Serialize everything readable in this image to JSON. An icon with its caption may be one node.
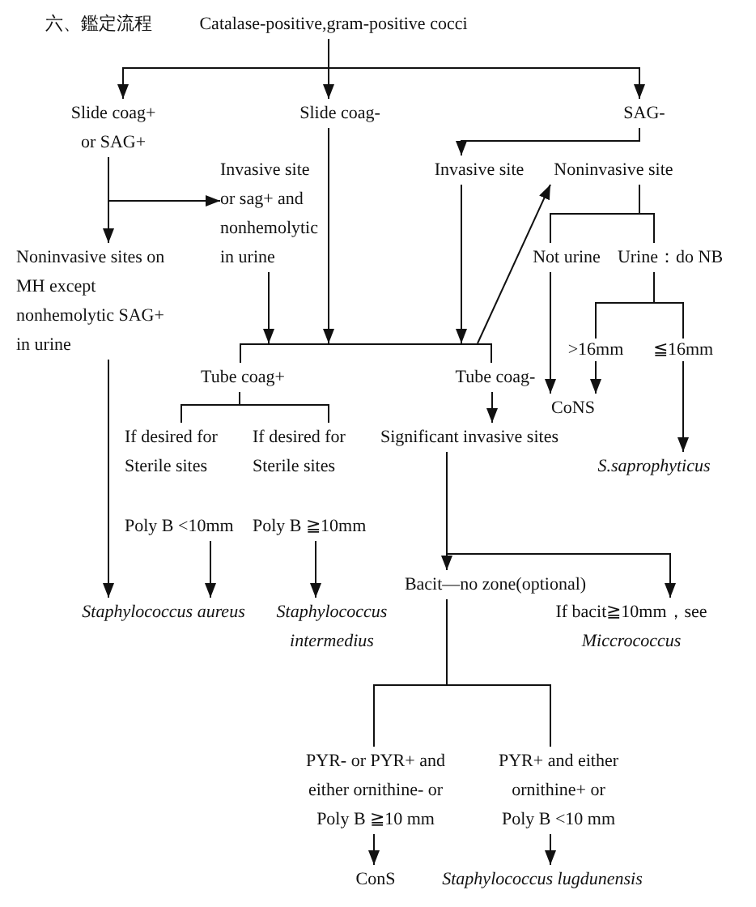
{
  "diagram": {
    "title": "六、鑑定流程",
    "nodes": [
      {
        "text": [
          "Catalase-positive,gram-positive cocci"
        ]
      },
      {
        "text": [
          "Slide coag+ or SAG+"
        ]
      },
      {
        "text": [
          "Slide coag-"
        ]
      },
      {
        "text": [
          "SAG-"
        ]
      },
      {
        "text": [
          "Invasive site or sag+ and nonhemolytic in urine"
        ]
      },
      {
        "text": [
          "Invasive site"
        ]
      },
      {
        "text": [
          "Noninvasive site"
        ]
      },
      {
        "text": [
          "Noninvasive sites on MH except nonhemolytic SAG+ in urine"
        ]
      },
      {
        "text": [
          "Not urine"
        ]
      },
      {
        "text": [
          "Urine：do NB"
        ]
      },
      {
        "text": [],
        "shape": "bar"
      },
      {
        "text": [
          "Tube coag+"
        ]
      },
      {
        "text": [
          "Tube coag-"
        ]
      },
      {
        "text": [
          "CoNS"
        ]
      },
      {
        "text": [
          "If desired for Sterile sites",
          "Poly B <10mm"
        ]
      },
      {
        "text": [
          "If desired for Sterile sites",
          "Poly B ≧10mm"
        ]
      },
      {
        "text": [
          "Significant invasive sites"
        ]
      },
      {
        "text": [
          "S.saprophyticus"
        ]
      },
      {
        "text": [
          "Bacit—no zone(optional)"
        ]
      },
      {
        "text": [
          "Staphylococcus aureus"
        ]
      },
      {
        "text": [
          "Staphylococcus intermedius"
        ]
      },
      {
        "text": [
          "If bacit≧10mm，see *Miccrococcus*"
        ]
      },
      {
        "text": [
          "PYR- or PYR+ and either ornithine- or Poly B ≧10 mm"
        ]
      },
      {
        "text": [
          "PYR+ and either ornithine+ or Poly B <10 mm"
        ]
      },
      {
        "text": [
          "ConS"
        ]
      },
      {
        "text": [
          "Staphylococcus lugdunensis"
        ]
      }
    ],
    "edges": [
      {
        "from": 0,
        "to": 1,
        "arrow": "to"
      },
      {
        "from": 0,
        "to": 2,
        "arrow": "to"
      },
      {
        "from": 0,
        "to": 3,
        "arrow": "to"
      },
      {
        "from": 1,
        "to": 4,
        "arrow": "to"
      },
      {
        "from": 1,
        "to": 7,
        "arrow": "to"
      },
      {
        "from": 3,
        "to": 5,
        "arrow": "to"
      },
      {
        "from": 4,
        "to": 10,
        "arrow": "to"
      },
      {
        "from": 2,
        "to": 10,
        "arrow": "to"
      },
      {
        "from": 5,
        "to": 10,
        "arrow": "to"
      },
      {
        "from": 10,
        "to": 11,
        "arrow": "none"
      },
      {
        "from": 10,
        "to": 12,
        "arrow": "none"
      },
      {
        "from": 10,
        "to": 6,
        "arrow": "to"
      },
      {
        "from": 6,
        "to": 8,
        "arrow": "none"
      },
      {
        "from": 6,
        "to": 9,
        "arrow": "none"
      },
      {
        "from": 7,
        "to": 19,
        "arrow": "to"
      },
      {
        "from": 8,
        "to": 13,
        "arrow": "to"
      },
      {
        "from": 9,
        "to": 13,
        "arrow": "to",
        "label": ">16mm"
      },
      {
        "from": 9,
        "to": 17,
        "arrow": "to",
        "label": "≦16mm"
      },
      {
        "from": 11,
        "to": 14,
        "arrow": "none"
      },
      {
        "from": 11,
        "to": 15,
        "arrow": "none"
      },
      {
        "from": 12,
        "to": 16,
        "arrow": "to"
      },
      {
        "from": 14,
        "to": 19,
        "arrow": "to"
      },
      {
        "from": 15,
        "to": 20,
        "arrow": "to"
      },
      {
        "from": 16,
        "to": 18,
        "arrow": "to"
      },
      {
        "from": 16,
        "to": 21,
        "arrow": "to"
      },
      {
        "from": 18,
        "to": 22,
        "arrow": "none"
      },
      {
        "from": 18,
        "to": 23,
        "arrow": "none"
      },
      {
        "from": 22,
        "to": 24,
        "arrow": "to"
      },
      {
        "from": 23,
        "to": 25,
        "arrow": "to"
      }
    ]
  }
}
